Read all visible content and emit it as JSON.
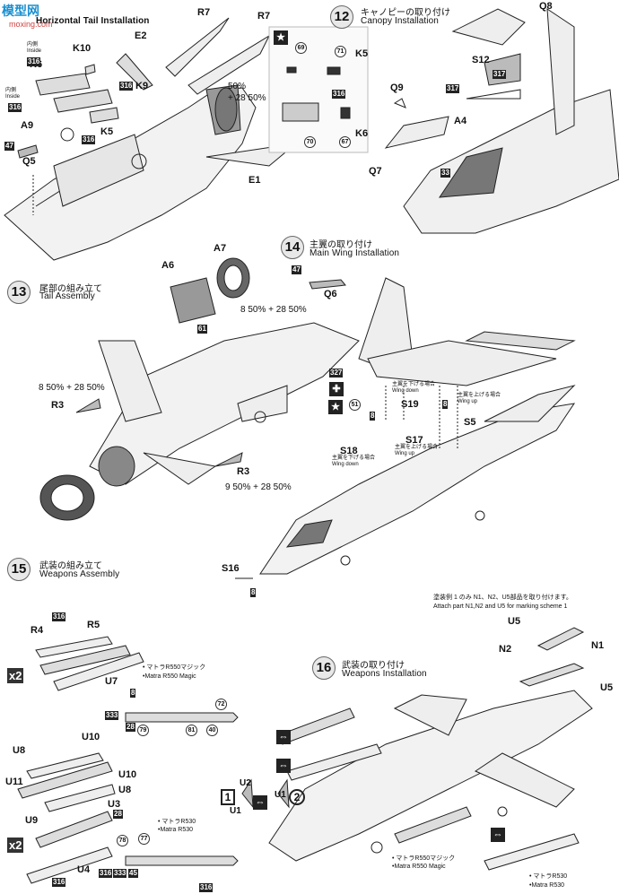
{
  "header": {
    "logo_text": "模型网",
    "logo_url": "moxing.com",
    "step_label_11_en": "Horizontal Tail Installation"
  },
  "steps": [
    {
      "num": "12",
      "jp": "キャノピーの取り付け",
      "en": "Canopy Installation"
    },
    {
      "num": "13",
      "jp": "尾部の組み立て",
      "en": "Tail Assembly"
    },
    {
      "num": "14",
      "jp": "主翼の取り付け",
      "en": "Main Wing Installation"
    },
    {
      "num": "15",
      "jp": "武装の組み立て",
      "en": "Weapons Assembly"
    },
    {
      "num": "16",
      "jp": "武装の取り付け",
      "en": "Weapons Installation"
    }
  ],
  "parts": {
    "r7a": "R7",
    "r7b": "R7",
    "e2": "E2",
    "k10": "K10",
    "k6a": "K6",
    "k9": "K9",
    "a9": "A9",
    "k5a": "K5",
    "q5": "Q5",
    "e1": "E1",
    "k5b": "K5",
    "k6b": "K6",
    "q8": "Q8",
    "s12": "S12",
    "q9": "Q9",
    "a4": "A4",
    "q7": "Q7",
    "a7": "A7",
    "a6": "A6",
    "q6": "Q6",
    "r3a": "R3",
    "r3b": "R3",
    "s19": "S19",
    "s5": "S5",
    "s17": "S17",
    "s18": "S18",
    "s16": "S16",
    "r4": "R4",
    "r5": "R5",
    "u7": "U7",
    "u8a": "U8",
    "u10a": "U10",
    "u11": "U11",
    "u10b": "U10",
    "u8b": "U8",
    "u9": "U9",
    "u3": "U3",
    "u4": "U4",
    "u5a": "U5",
    "n2": "N2",
    "n1": "N1",
    "u5b": "U5",
    "u2": "U2",
    "u1a": "U1",
    "u1b": "U1"
  },
  "small": {
    "inside_a": "内側\nInside",
    "inside_b": "内側\nInside",
    "wing_down_a": "主翼を下げる場合\nWing down",
    "wing_up_a": "主翼を上げる場合\nWing up",
    "wing_up_b": "主翼を上げる場合\nWing up",
    "wing_down_b": "主翼を下げる場合\nWing down"
  },
  "paint": {
    "p1": "50%\n+ 28 50%",
    "p2": "8 50% + 28 50%",
    "p3": "8 50% + 28 50%",
    "p4": "9 50% + 28 50%"
  },
  "color_boxes": [
    "316",
    "316",
    "316",
    "316",
    "316",
    "47",
    "317",
    "317",
    "33",
    "61",
    "327",
    "8",
    "8",
    "8",
    "316",
    "333",
    "28",
    "8",
    "316",
    "28",
    "316",
    "333",
    "45",
    "316",
    "47"
  ],
  "color_circles": [
    "69",
    "71",
    "70",
    "67",
    "51",
    "72",
    "78",
    "79",
    "81",
    "40",
    "77"
  ],
  "weapons": {
    "magic_jp": "• マトラR550マジック",
    "magic_en": "•Matra R550 Magic",
    "r530_jp": "• マトラR530",
    "r530_en": "•Matra R530",
    "magic2_jp": "• マトラR550マジック",
    "magic2_en": "•Matra R550 Magic",
    "r530b_jp": "• マトラR530",
    "r530b_en": "•Matra R530"
  },
  "marking_note": {
    "jp": "塗装例 1 のみ N1、N2、U5部品を取り付けます。",
    "en": "Attach part N1,N2 and U5 for marking scheme 1"
  },
  "multipliers": {
    "a": "x2",
    "b": "x2"
  },
  "scheme_marks": {
    "s1": "1",
    "s2": "2"
  }
}
